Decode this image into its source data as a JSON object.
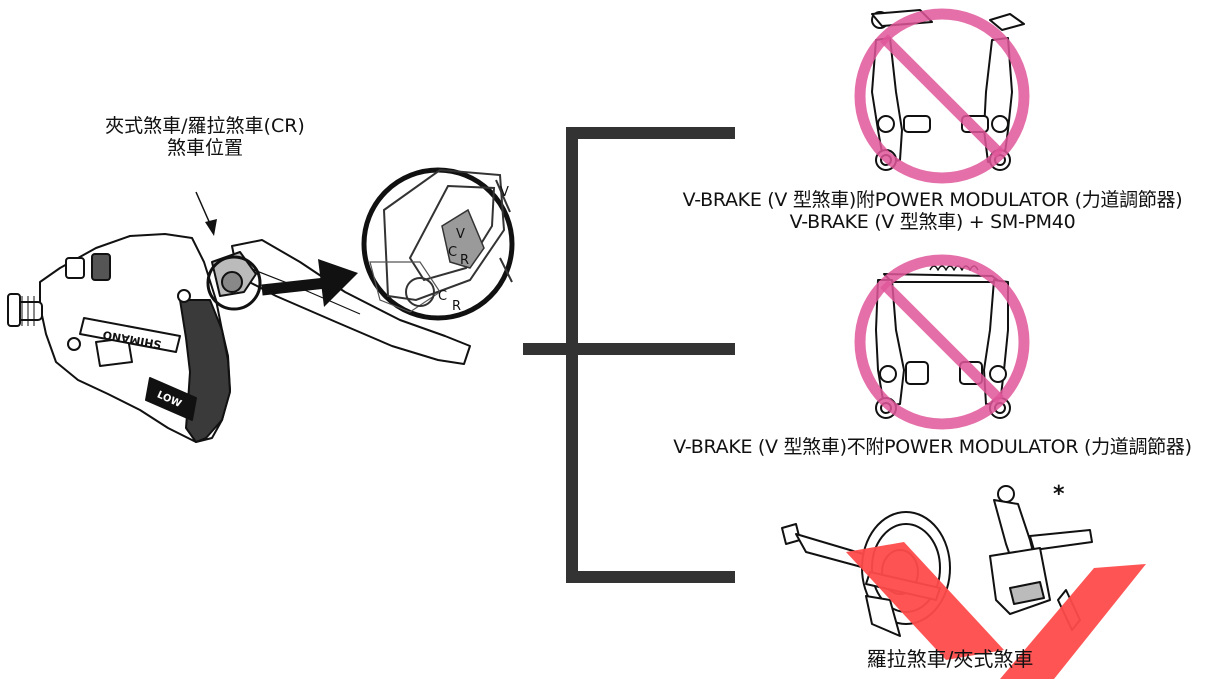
{
  "position_label": {
    "line1": "夾式煞車/羅拉煞車(CR)",
    "line2": "煞車位置"
  },
  "lever_brand": "SHIMANO",
  "lever_low": "LOW",
  "zoom_marks": {
    "v": "V",
    "cr_c": "C",
    "cr_r": "R",
    "outer_c": "C",
    "outer_r": "R",
    "top_v": "V"
  },
  "options": [
    {
      "line1": "V-BRAKE (V 型煞車)附POWER MODULATOR (力道調節器)",
      "line2": "V-BRAKE (V 型煞車) + SM-PM40",
      "status": "prohibited"
    },
    {
      "line1": "V-BRAKE (V 型煞車)不附POWER MODULATOR (力道調節器)",
      "status": "prohibited"
    },
    {
      "line1": "羅拉煞車/夾式煞車",
      "status": "compatible"
    }
  ],
  "asterisk": "*",
  "colors": {
    "prohibited": "#e0579a",
    "accent_red": "#ff4b4b",
    "line": "#333333"
  }
}
